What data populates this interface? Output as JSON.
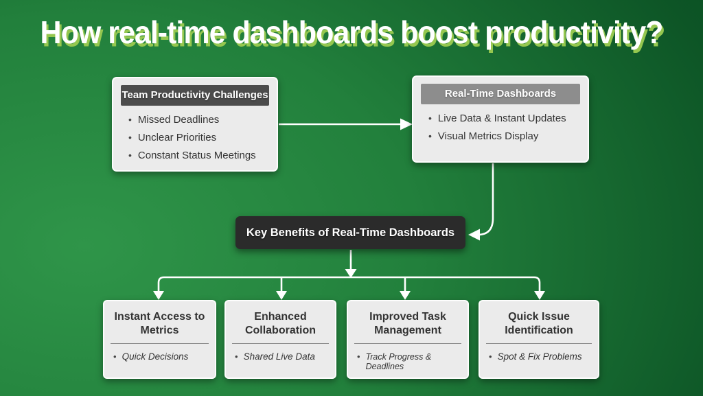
{
  "title": "How real-time dashboards boost productivity?",
  "glyphs": {
    "bullet": "•"
  },
  "colors": {
    "bg1": "#2f9549",
    "bg2": "#22803c",
    "bg3": "#0d5526",
    "bg4": "#05441b",
    "title-shadow": "#95c74f",
    "card-bg": "#ebebeb",
    "header-dark": "#4c4c4c",
    "header-gray": "#8d8d8d",
    "benefits-bg": "#2b2b2b",
    "text-dark": "#333333",
    "divider": "#8f8f8f",
    "arrow": "#ffffff"
  },
  "challenges": {
    "header": "Team Productivity Challenges",
    "bullets": [
      "Missed Deadlines",
      "Unclear Priorities",
      "Constant Status Meetings"
    ]
  },
  "dashboards": {
    "header": "Real-Time Dashboards",
    "bullets": [
      "Live Data & Instant Updates",
      "Visual Metrics Display"
    ]
  },
  "key_benefits": {
    "label": "Key Benefits of Real-Time Dashboards"
  },
  "benefits": [
    {
      "title": "Instant Access to Metrics",
      "bullet": "Quick Decisions"
    },
    {
      "title": "Enhanced Collaboration",
      "bullet": "Shared Live Data"
    },
    {
      "title": "Improved Task Management",
      "bullet": "Track Progress & Deadlines"
    },
    {
      "title": "Quick Issue Identification",
      "bullet": "Spot & Fix Problems"
    }
  ]
}
